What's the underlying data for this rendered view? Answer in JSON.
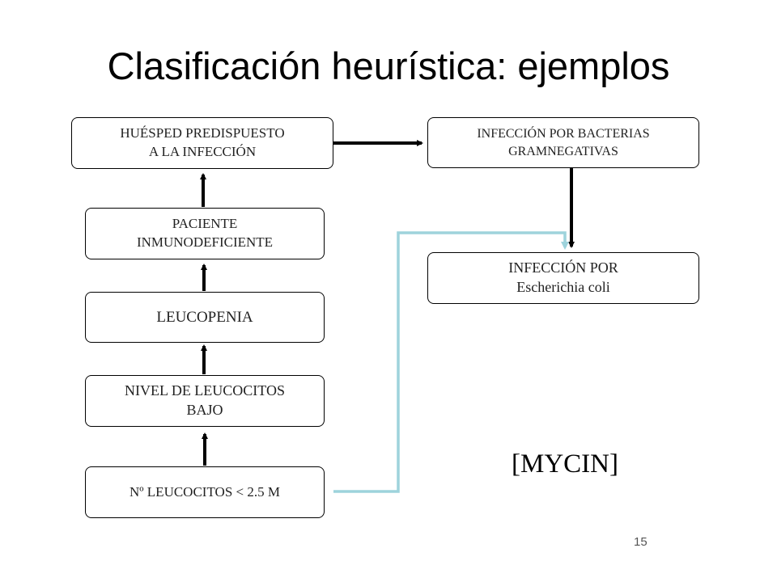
{
  "slide": {
    "title": "Clasificación heurística: ejemplos",
    "tag": "[MYCIN]",
    "page_number": "15"
  },
  "nodes": {
    "huesped": "HUÉSPED PREDISPUESTO\nA LA INFECCIÓN",
    "paciente": "PACIENTE\nINMUNODEFICIENTE",
    "leucopenia": "LEUCOPENIA",
    "nivel": "NIVEL DE LEUCOCITOS\nBAJO",
    "leucocitos": "Nº LEUCOCITOS < 2.5 M",
    "bacterias": "INFECCIÓN POR BACTERIAS\nGRAMNEGATIVAS",
    "ecoli": "INFECCIÓN POR\nEscherichia coli"
  },
  "colors": {
    "arrow": "#000000",
    "match_link": "#9ed3dc"
  }
}
